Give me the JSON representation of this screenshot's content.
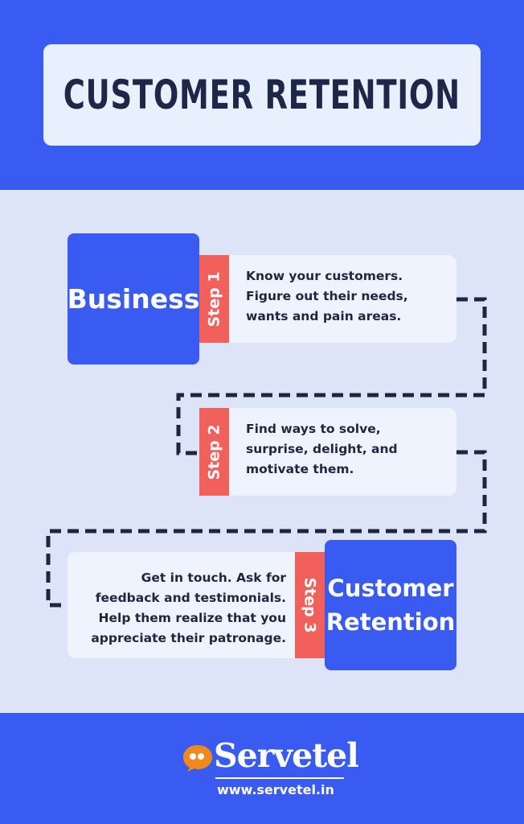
{
  "header": {
    "title": "CUSTOMER RETENTION"
  },
  "flow": {
    "start_box": "Business",
    "end_box_line1": "Customer",
    "end_box_line2": "Retention",
    "steps": [
      {
        "label": "Step 1",
        "text": "Know your customers. Figure out their needs, wants and pain areas."
      },
      {
        "label": "Step 2",
        "text": "Find ways to solve, surprise, delight, and motivate them."
      },
      {
        "label": "Step 3",
        "text": "Get in touch. Ask for feedback and testimonials. Help them realize that you appreciate their patronage."
      }
    ]
  },
  "footer": {
    "brand": "Servetel",
    "url": "www.servetel.in"
  },
  "colors": {
    "primary": "#3a5bf2",
    "accent": "#f2605c",
    "card": "#eef3fe",
    "background": "#dde4f8",
    "connector": "#1e2540",
    "logo_orange": "#f2891e"
  }
}
